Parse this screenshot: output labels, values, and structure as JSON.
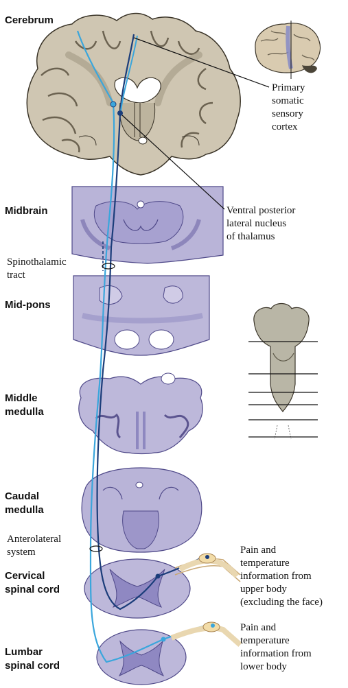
{
  "section_labels": {
    "cerebrum": "Cerebrum",
    "midbrain": "Midbrain",
    "mid_pons": "Mid-pons",
    "middle_medulla": [
      "Middle",
      "medulla"
    ],
    "caudal_medulla": [
      "Caudal",
      "medulla"
    ],
    "cervical_spinal_cord": [
      "Cervical",
      "spinal cord"
    ],
    "lumbar_spinal_cord": [
      "Lumbar",
      "spinal cord"
    ]
  },
  "callouts": {
    "primary_cortex": [
      "Primary",
      "somatic",
      "sensory",
      "cortex"
    ],
    "vpl_nucleus": [
      "Ventral posterior",
      "lateral nucleus",
      "of thalamus"
    ],
    "spinothalamic_tract": [
      "Spinothalamic",
      "tract"
    ],
    "anterolateral_system": [
      "Anterolateral",
      "system"
    ],
    "upper_body_input": [
      "Pain and",
      "temperature",
      "information from",
      "upper body",
      "(excluding the face)"
    ],
    "lower_body_input": [
      "Pain and",
      "temperature",
      "information from",
      "lower body"
    ]
  },
  "colors": {
    "tract_light_blue": "#3aa6dc",
    "tract_dark_blue": "#1b3d7a",
    "brain_tissue": "#cfc6b2",
    "brain_outline": "#3a3428",
    "section_fill": "#b9b4d8",
    "section_dark": "#6f68a8",
    "section_outline": "#4e4888",
    "ganglion": "#f2dca8",
    "nerve": "#e9d7b0"
  },
  "icons": [
    "brain-overview-icon",
    "brainstem-overview-icon"
  ]
}
